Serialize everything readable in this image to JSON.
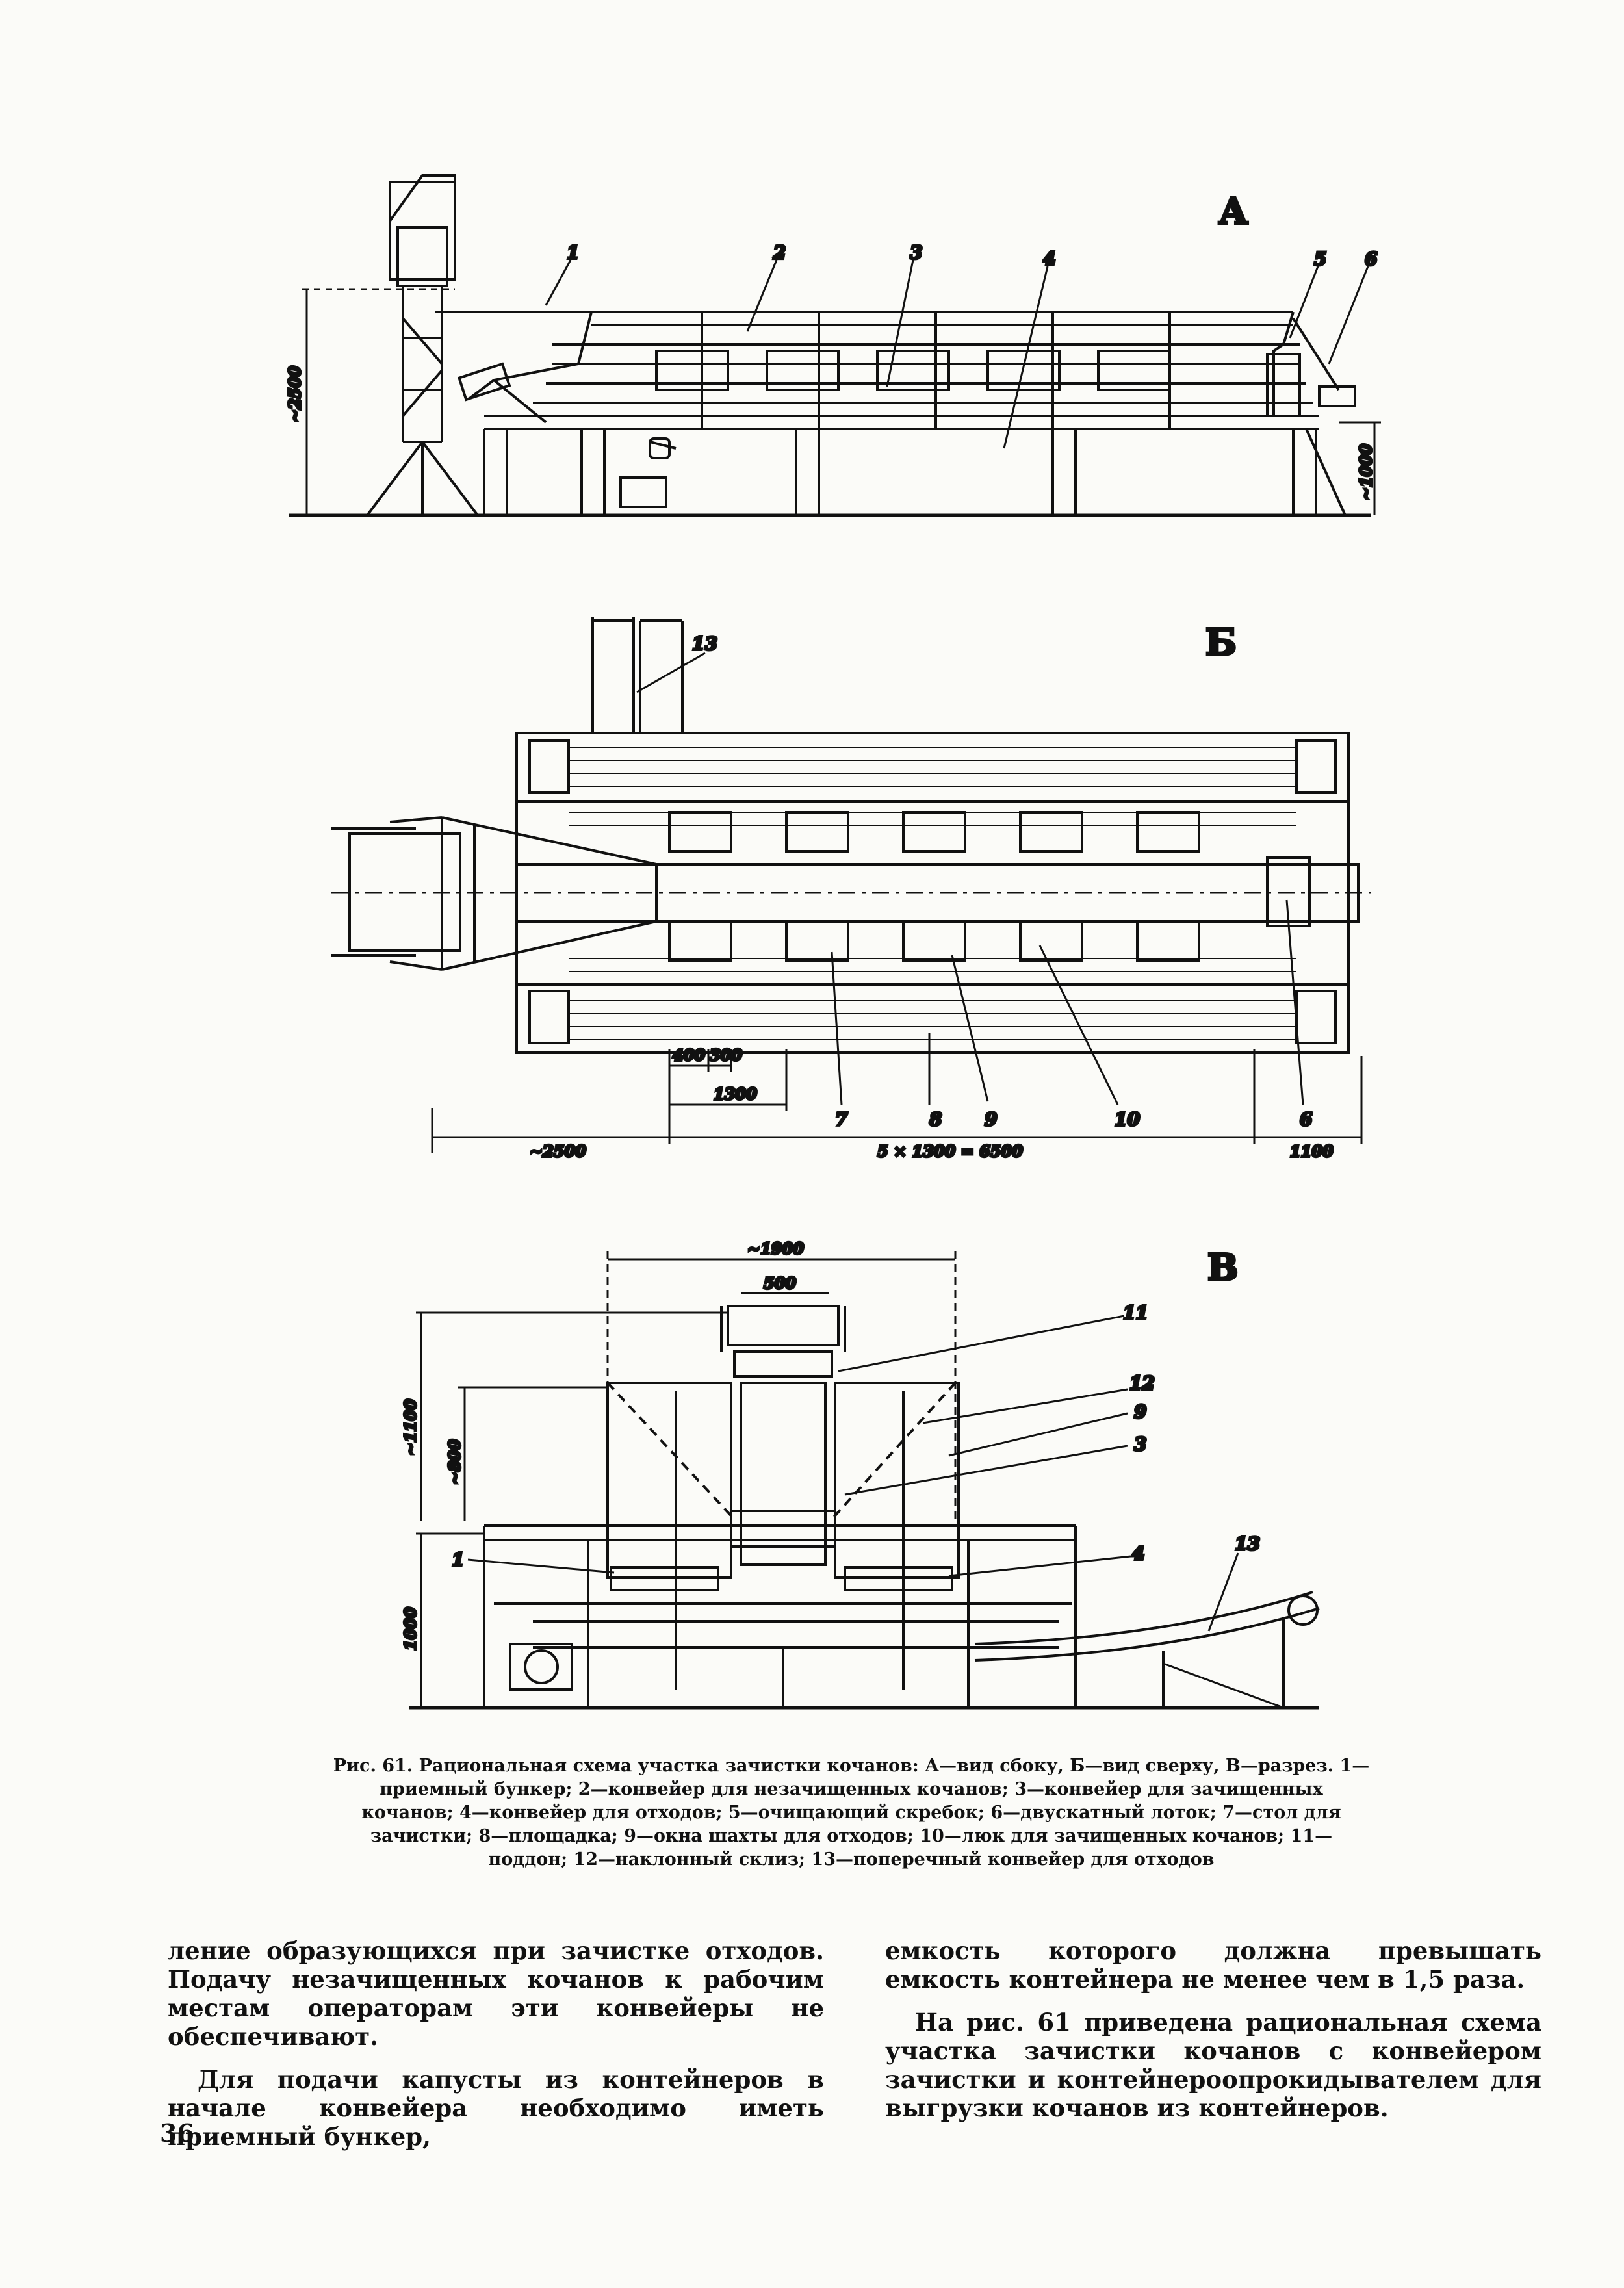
{
  "figure": {
    "view_a": {
      "letter": "А",
      "callouts": [
        "1",
        "2",
        "3",
        "4",
        "5",
        "6"
      ],
      "dims": [
        "~2500",
        "~1000"
      ]
    },
    "view_b": {
      "letter": "Б",
      "callouts": [
        "13",
        "7",
        "8",
        "9",
        "10",
        "6"
      ],
      "dims": [
        "400",
        "300",
        "1300",
        "~2500",
        "5 × 1300 = 6500",
        "1100"
      ]
    },
    "view_v": {
      "letter": "В",
      "callouts": [
        "11",
        "12",
        "9",
        "3",
        "1",
        "4",
        "13"
      ],
      "dims": [
        "~1900",
        "500",
        "~1100",
        "~800",
        "1000"
      ]
    }
  },
  "caption": {
    "lead": "Рис. 61.",
    "text": "Рациональная схема участка зачистки кочанов: А—вид сбоку, Б—вид сверху, В—разрез. 1—приемный бункер; 2—конвейер для незачищенных кочанов; 3—конвейер для зачищенных кочанов; 4—конвейер для отходов; 5—очищающий скребок; 6—двускатный лоток; 7—стол для зачистки; 8—площадка; 9—окна шахты для отходов; 10—люк для зачищенных кочанов; 11—поддон; 12—наклонный склиз; 13—поперечный конвейер для отходов"
  },
  "body": {
    "left_p1": "ление образующихся при зачистке отходов. Подачу незачищенных кочанов к рабочим местам операторам эти конвейеры не обеспечивают.",
    "left_p2": "Для подачи капусты из контейнеров в начале конвейера необходимо иметь приемный бункер,",
    "right_p1": "емкость которого должна превышать емкость контейнера не менее чем в 1,5 раза.",
    "right_p2": "На рис. 61 приведена рациональная схема участка зачистки кочанов с конвейером зачистки и контейнероопрокидывателем для выгрузки кочанов из контейнеров."
  },
  "page_number": "36"
}
